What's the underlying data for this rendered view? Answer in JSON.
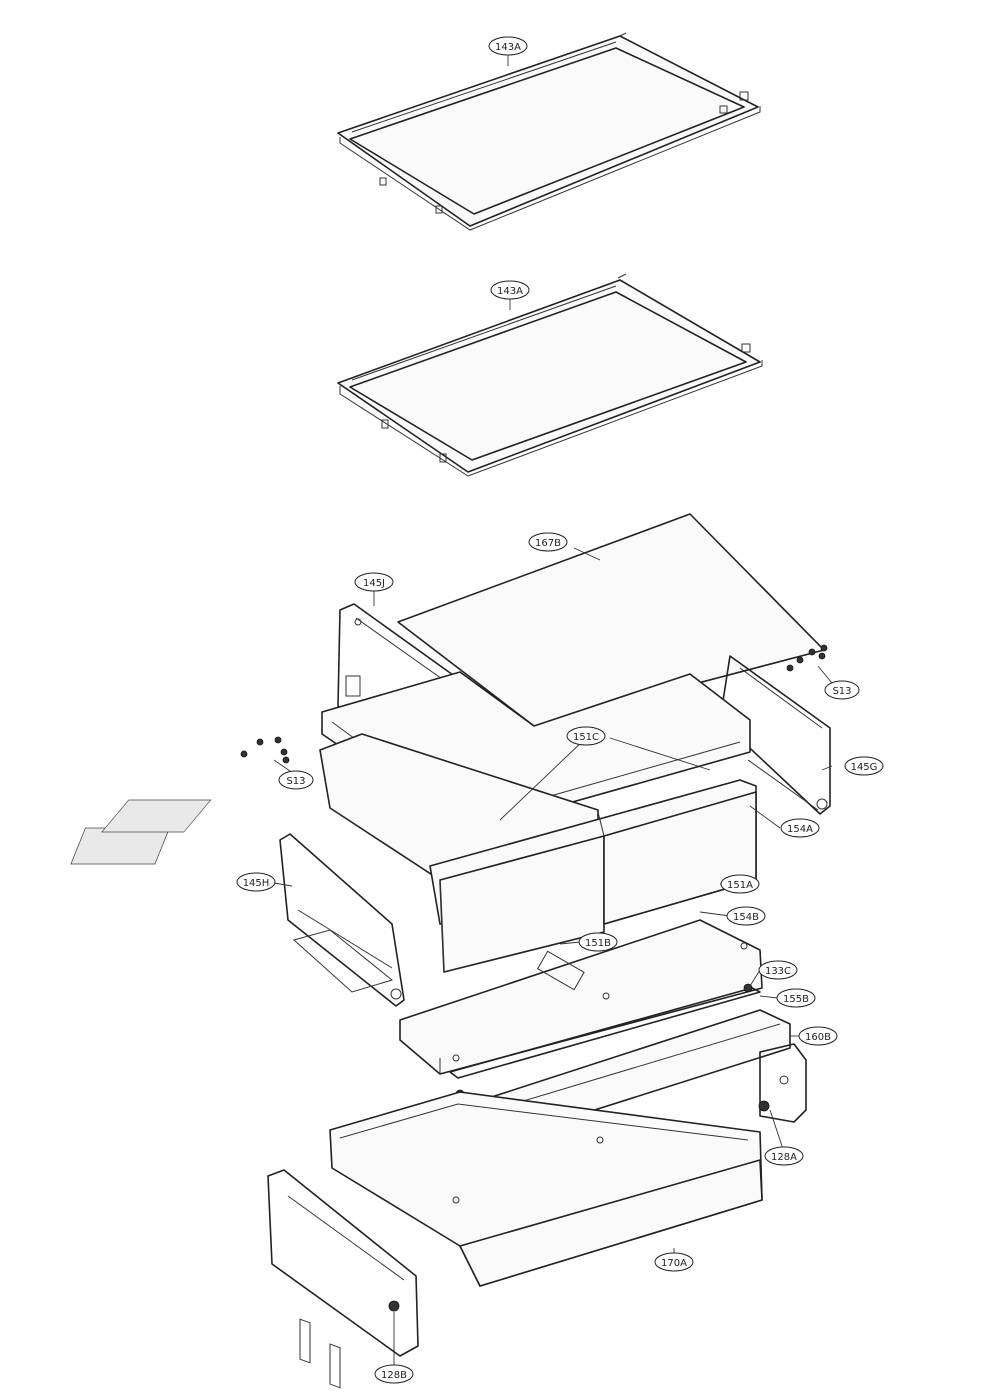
{
  "callouts": [
    {
      "id": "c1",
      "label": "143A"
    },
    {
      "id": "c2",
      "label": "143A"
    },
    {
      "id": "c3",
      "label": "167B"
    },
    {
      "id": "c4",
      "label": "145J"
    },
    {
      "id": "c5",
      "label": "S13"
    },
    {
      "id": "c6",
      "label": "151C"
    },
    {
      "id": "c7",
      "label": "145G"
    },
    {
      "id": "c8",
      "label": "S13"
    },
    {
      "id": "c9",
      "label": "154A"
    },
    {
      "id": "c10",
      "label": "145H"
    },
    {
      "id": "c11",
      "label": "151A"
    },
    {
      "id": "c12",
      "label": "154B"
    },
    {
      "id": "c13",
      "label": "151B"
    },
    {
      "id": "c14",
      "label": "133C"
    },
    {
      "id": "c15",
      "label": "155B"
    },
    {
      "id": "c16",
      "label": "160B"
    },
    {
      "id": "c17",
      "label": "128A"
    },
    {
      "id": "c18",
      "label": "170A"
    },
    {
      "id": "c19",
      "label": "128B"
    }
  ]
}
